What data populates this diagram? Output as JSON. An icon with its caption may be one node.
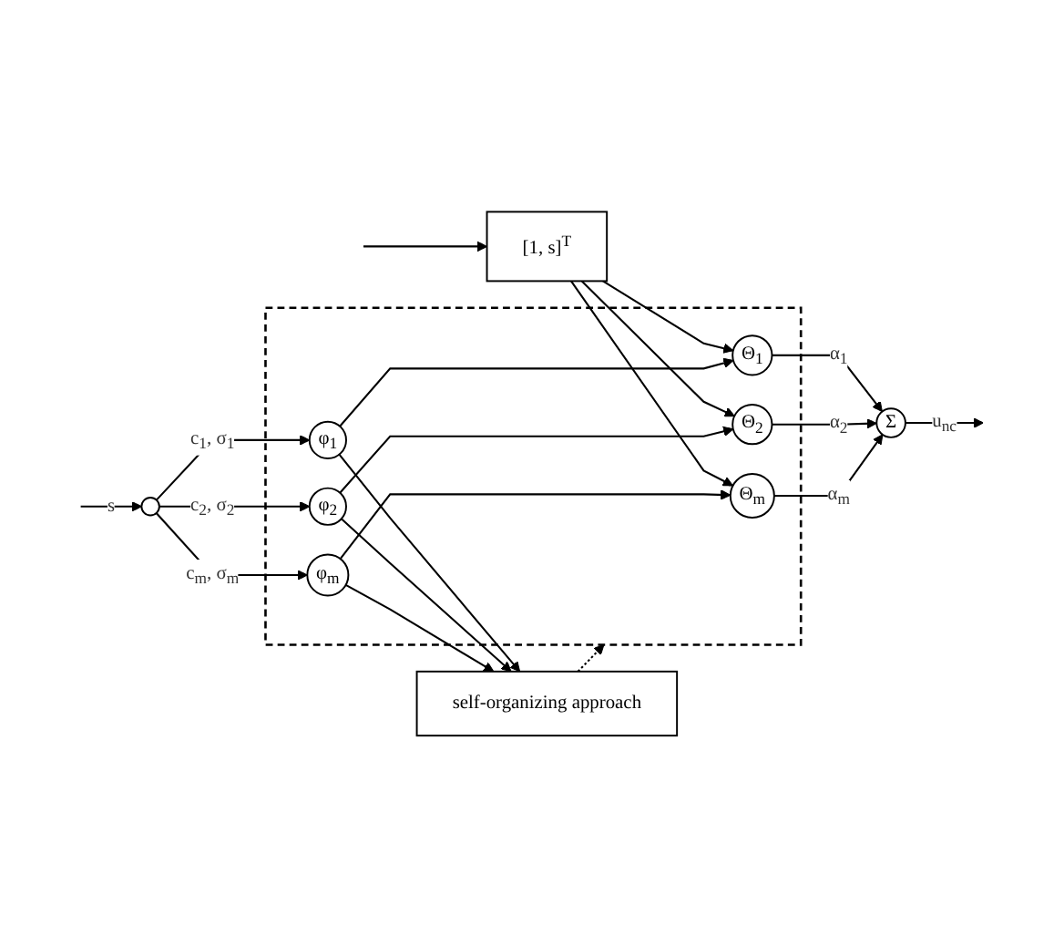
{
  "diagram": {
    "nodes": [
      {
        "text": [],
        "shape": "box"
      },
      {
        "text": [
          "[1, s]$^{T}$"
        ]
      },
      {
        "text": [],
        "shape": "circle"
      },
      {
        "text": [
          "φ$_{1}$"
        ],
        "in": 0
      },
      {
        "text": [
          "φ$_{2}$"
        ],
        "in": 0
      },
      {
        "text": [
          "φ$_{m}$"
        ],
        "in": 0
      },
      {
        "text": [
          "Θ$_{1}$"
        ],
        "in": 0
      },
      {
        "text": [
          "Θ$_{2}$"
        ],
        "in": 0
      },
      {
        "text": [
          "Θ$_{m}$"
        ],
        "in": 0
      },
      {
        "text": [
          "Σ"
        ]
      },
      {
        "text": [
          "self-organizing approach"
        ]
      }
    ],
    "edges": [
      {
        "from": null,
        "to": 2,
        "arrow": "to",
        "label": "s"
      },
      {
        "from": null,
        "to": 1,
        "arrow": "to"
      },
      {
        "from": 2,
        "to": 3,
        "arrow": "to",
        "label": "c$_{1}$, σ$_{1}$"
      },
      {
        "from": 2,
        "to": 4,
        "arrow": "to",
        "label": "c$_{2}$, σ$_{2}$"
      },
      {
        "from": 2,
        "to": 5,
        "arrow": "to",
        "label": "c$_{m}$, σ$_{m}$"
      },
      {
        "from": 1,
        "to": 6,
        "arrow": "to"
      },
      {
        "from": 1,
        "to": 7,
        "arrow": "to"
      },
      {
        "from": 1,
        "to": 8,
        "arrow": "to"
      },
      {
        "from": 3,
        "to": 6,
        "arrow": "to"
      },
      {
        "from": 4,
        "to": 7,
        "arrow": "to"
      },
      {
        "from": 5,
        "to": 8,
        "arrow": "to"
      },
      {
        "from": 3,
        "to": 10,
        "arrow": "to"
      },
      {
        "from": 4,
        "to": 10,
        "arrow": "to"
      },
      {
        "from": 5,
        "to": 10,
        "arrow": "to"
      },
      {
        "from": 6,
        "to": 9,
        "arrow": "to",
        "label": "α$_{1}$"
      },
      {
        "from": 7,
        "to": 9,
        "arrow": "to",
        "label": "α$_{2}$"
      },
      {
        "from": 8,
        "to": 9,
        "arrow": "to",
        "label": "α$_{m}$"
      },
      {
        "from": 9,
        "to": null,
        "arrow": "to",
        "label": "u$_{nc}$"
      },
      {
        "from": 10,
        "to": 0,
        "arrow": "to",
        "style": "dashed"
      }
    ]
  }
}
